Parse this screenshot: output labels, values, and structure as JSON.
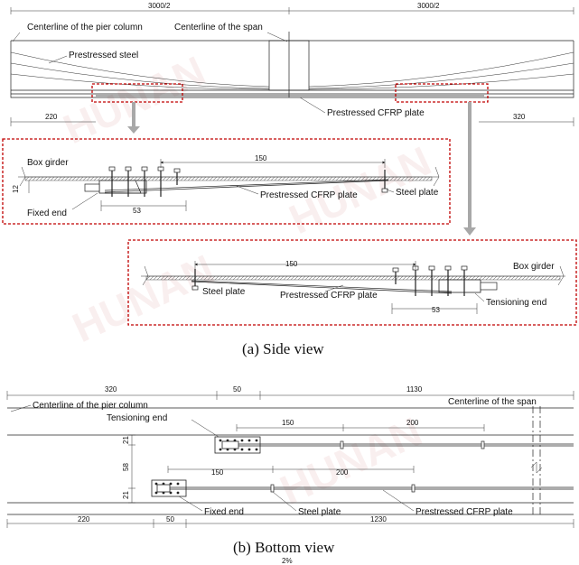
{
  "side": {
    "dim_half_left": "3000/2",
    "dim_half_right": "3000/2",
    "centerline_pier": "Centerline of the pier column",
    "centerline_span": "Centerline of the span",
    "prestressed_steel": "Prestressed steel",
    "prestressed_cfrp": "Prestressed CFRP plate",
    "dim_left_220": "220",
    "dim_right_320": "320",
    "caption": "(a)  Side view"
  },
  "detail_fixed": {
    "box_girder": "Box girder",
    "dim_150": "150",
    "dim_12": "12",
    "dim_53": "53",
    "fixed_end": "Fixed end",
    "cfrp": "Prestressed CFRP plate",
    "steel_plate": "Steel plate"
  },
  "detail_tension": {
    "box_girder": "Box girder",
    "dim_150": "150",
    "dim_53": "53",
    "steel_plate": "Steel plate",
    "cfrp": "Prestressed CFRP plate",
    "tensioning_end": "Tensioning end"
  },
  "bottom": {
    "dim_320": "320",
    "dim_50_top": "50",
    "dim_1130": "1130",
    "centerline_pier": "Centerline of the pier column",
    "centerline_span": "Centerline of the span",
    "tensioning_end": "Tensioning end",
    "dim_150_top": "150",
    "dim_200_top": "200",
    "dim_21_top": "21",
    "dim_58": "58",
    "dim_21_bot": "21",
    "dim_150_bot": "150",
    "dim_200_bot": "200",
    "fixed_end": "Fixed end",
    "steel_plate": "Steel plate",
    "cfrp": "Prestressed CFRP plate",
    "dim_220": "220",
    "dim_50_bot": "50",
    "dim_1230": "1230",
    "caption": "(b)  Bottom view",
    "footer_fragment": "2%"
  },
  "colors": {
    "highlight": "#c00000",
    "line": "#222222",
    "arrow": "#a0a0a0"
  }
}
